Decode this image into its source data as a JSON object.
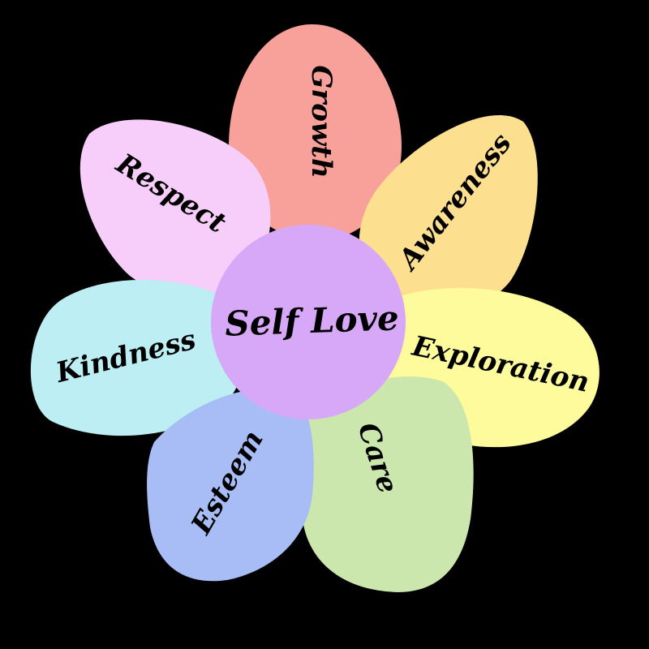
{
  "diagram": {
    "type": "flower",
    "background": "#000000",
    "center": {
      "label": "Self Love",
      "color": "#D7A8F7"
    },
    "petals": [
      {
        "label": "Growth",
        "color": "#F7A19A"
      },
      {
        "label": "Awareness",
        "color": "#FDE08F"
      },
      {
        "label": "Exploration",
        "color": "#FDFB9C"
      },
      {
        "label": "Care",
        "color": "#CBE7AE"
      },
      {
        "label": "Esteem",
        "color": "#A8BDF5"
      },
      {
        "label": "Kindness",
        "color": "#BDEEF3"
      },
      {
        "label": "Respect",
        "color": "#F7CDF9"
      }
    ]
  }
}
